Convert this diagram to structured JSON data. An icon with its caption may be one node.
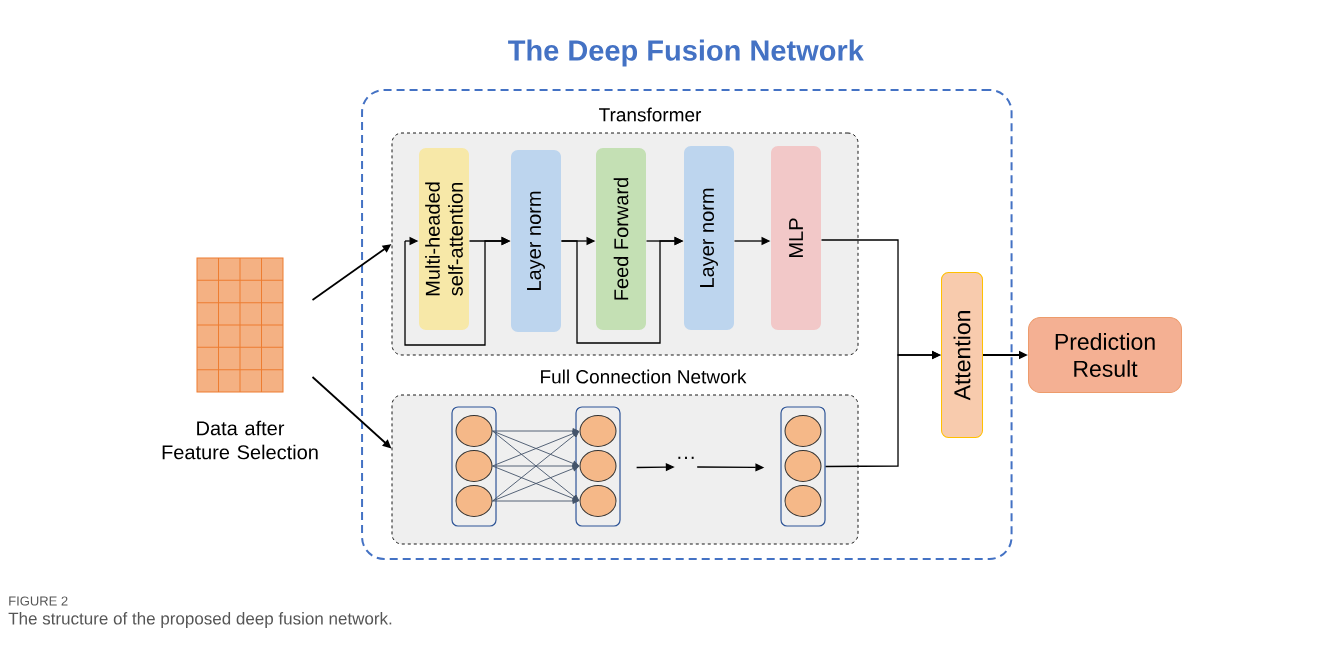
{
  "diagram": {
    "title": "The Deep Fusion Network",
    "caption": "The structure of the proposed deep fusion network.",
    "nodes": [
      {
        "text": [],
        "shape": "box"
      },
      {
        "text": [
          "Transformer"
        ],
        "in": 0
      },
      {
        "text": [
          "Multi-headed self-attention"
        ],
        "in": 1
      },
      {
        "text": [
          "Layer norm"
        ],
        "in": 1
      },
      {
        "text": [
          "Feed Forward"
        ],
        "in": 1
      },
      {
        "text": [
          "Layer norm"
        ],
        "in": 1
      },
      {
        "text": [
          "MLP"
        ],
        "in": 1
      },
      {
        "text": [
          "Full Connection Network"
        ],
        "in": 0
      },
      {
        "text": [],
        "shape": "box",
        "in": 7
      },
      {
        "text": [],
        "shape": "circle",
        "in": 8
      },
      {
        "text": [],
        "shape": "circle",
        "in": 8
      },
      {
        "text": [],
        "shape": "circle",
        "in": 8
      },
      {
        "text": [],
        "shape": "box",
        "in": 7
      },
      {
        "text": [],
        "shape": "circle",
        "in": 12
      },
      {
        "text": [],
        "shape": "circle",
        "in": 12
      },
      {
        "text": [],
        "shape": "circle",
        "in": 12
      },
      {
        "text": [],
        "shape": "box",
        "in": 7
      },
      {
        "text": [],
        "shape": "circle",
        "in": 16
      },
      {
        "text": [],
        "shape": "circle",
        "in": 16
      },
      {
        "text": [],
        "shape": "circle",
        "in": 16
      },
      {
        "text": [
          "···"
        ],
        "in": 7
      },
      {
        "text": [
          "Attention"
        ],
        "in": 0
      },
      {
        "text": [
          "Prediction Result"
        ]
      },
      {
        "text": [],
        "shape": "grid",
        "beside": [
          "Data after Feature Selection"
        ]
      }
    ],
    "edges": [
      {
        "from": 23,
        "to": 1,
        "arrow": "to"
      },
      {
        "from": 23,
        "to": 7,
        "arrow": "to"
      },
      {
        "from": null,
        "to": 2,
        "arrow": "to"
      },
      {
        "from": null,
        "to": 3,
        "arrow": "to"
      },
      {
        "from": 2,
        "to": 3,
        "arrow": "to"
      },
      {
        "from": 3,
        "to": 4,
        "arrow": "to"
      },
      {
        "from": 3,
        "to": 5,
        "arrow": "to"
      },
      {
        "from": 4,
        "to": 5,
        "arrow": "to"
      },
      {
        "from": 5,
        "to": 6,
        "arrow": "to"
      },
      {
        "from": 6,
        "to": 21,
        "arrow": "to"
      },
      {
        "from": 16,
        "to": 21,
        "arrow": "to"
      },
      {
        "from": 21,
        "to": 22,
        "arrow": "to"
      },
      {
        "from": 9,
        "to": 13,
        "arrow": "to",
        "color": "#44546a"
      },
      {
        "from": 9,
        "to": 14,
        "arrow": "to",
        "color": "#44546a"
      },
      {
        "from": 9,
        "to": 15,
        "arrow": "to",
        "color": "#44546a"
      },
      {
        "from": 10,
        "to": 13,
        "arrow": "to",
        "color": "#44546a"
      },
      {
        "from": 10,
        "to": 14,
        "arrow": "to",
        "color": "#44546a"
      },
      {
        "from": 10,
        "to": 15,
        "arrow": "to",
        "color": "#44546a"
      },
      {
        "from": 11,
        "to": 13,
        "arrow": "to",
        "color": "#44546a"
      },
      {
        "from": 11,
        "to": 14,
        "arrow": "to",
        "color": "#44546a"
      },
      {
        "from": 11,
        "to": 15,
        "arrow": "to",
        "color": "#44546a"
      },
      {
        "from": 12,
        "to": 20,
        "arrow": "to"
      },
      {
        "from": 20,
        "to": 16,
        "arrow": "to"
      }
    ],
    "labels": [
      "FIGURE 2"
    ]
  }
}
